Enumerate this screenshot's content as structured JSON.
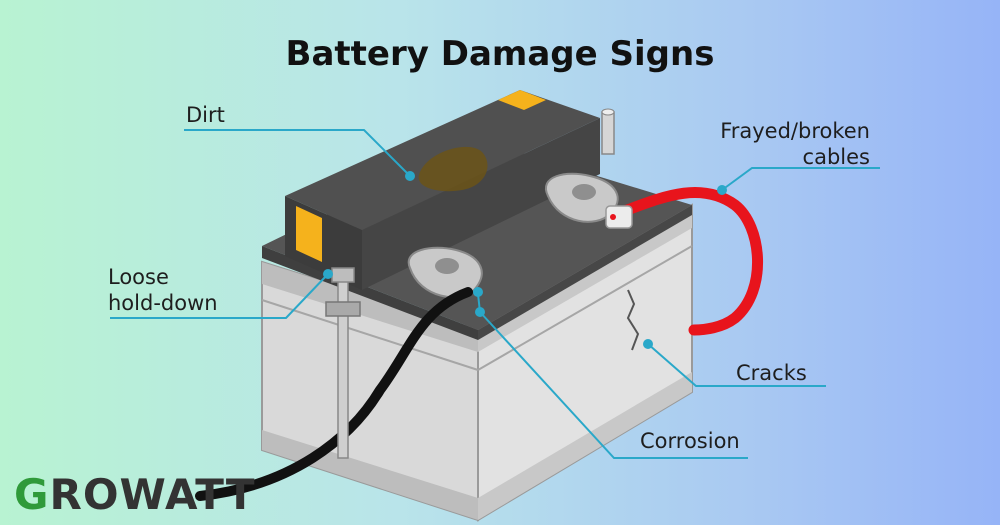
{
  "title": "Battery Damage Signs",
  "labels": {
    "dirt": "Dirt",
    "frayed_line1": "Frayed/broken",
    "frayed_line2": "cables",
    "loose_line1": "Loose",
    "loose_line2": "hold-down",
    "cracks": "Cracks",
    "corrosion": "Corrosion"
  },
  "logo": {
    "first": "G",
    "rest": "ROWATT"
  },
  "colors": {
    "callout": "#2aa8c9",
    "cable_red": "#e8141c",
    "cable_black": "#111111",
    "tab_yellow": "#f5b21c",
    "logo_green": "#2f9a3a"
  }
}
